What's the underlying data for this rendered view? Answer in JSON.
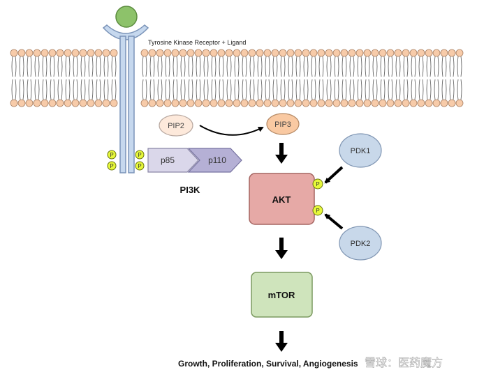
{
  "receptor_label": "Tyrosine Kinase Receptor + Ligand",
  "membrane": {
    "head_color": "#f7cba9",
    "head_stroke": "#a98063",
    "tail_color": "#555555"
  },
  "pip2": {
    "label": "PIP2",
    "fill": "#fde9db",
    "stroke": "#b8a8a0"
  },
  "pip3": {
    "label": "PIP3",
    "fill": "#f9c9a2",
    "stroke": "#b58a66"
  },
  "phospho": {
    "label": "P",
    "fill": "#e6f83a",
    "stroke": "#6a7510"
  },
  "p85": {
    "label": "p85",
    "fill": "#dad7ea",
    "stroke": "#8a86a6"
  },
  "p110": {
    "label": "p110",
    "fill": "#b5b0d5",
    "stroke": "#7672a0"
  },
  "pi3k_label": "PI3K",
  "akt": {
    "label": "AKT",
    "fill": "#e6a9a6",
    "stroke": "#a56561"
  },
  "pdk1": {
    "label": "PDK1",
    "fill": "#c8d8ea",
    "stroke": "#8096b3"
  },
  "pdk2": {
    "label": "PDK2",
    "fill": "#c8d8ea",
    "stroke": "#8096b3"
  },
  "mtor": {
    "label": "mTOR",
    "fill": "#cfe4bc",
    "stroke": "#7c9a60"
  },
  "outcome": "Growth, Proliferation, Survival, Angiogenesis",
  "watermark": "雪球：医药魔方",
  "receptor": {
    "fill": "#c6d8ee",
    "stroke": "#7a93b8"
  },
  "ligand": {
    "fill": "#8dc26a",
    "stroke": "#5c8c3f"
  }
}
